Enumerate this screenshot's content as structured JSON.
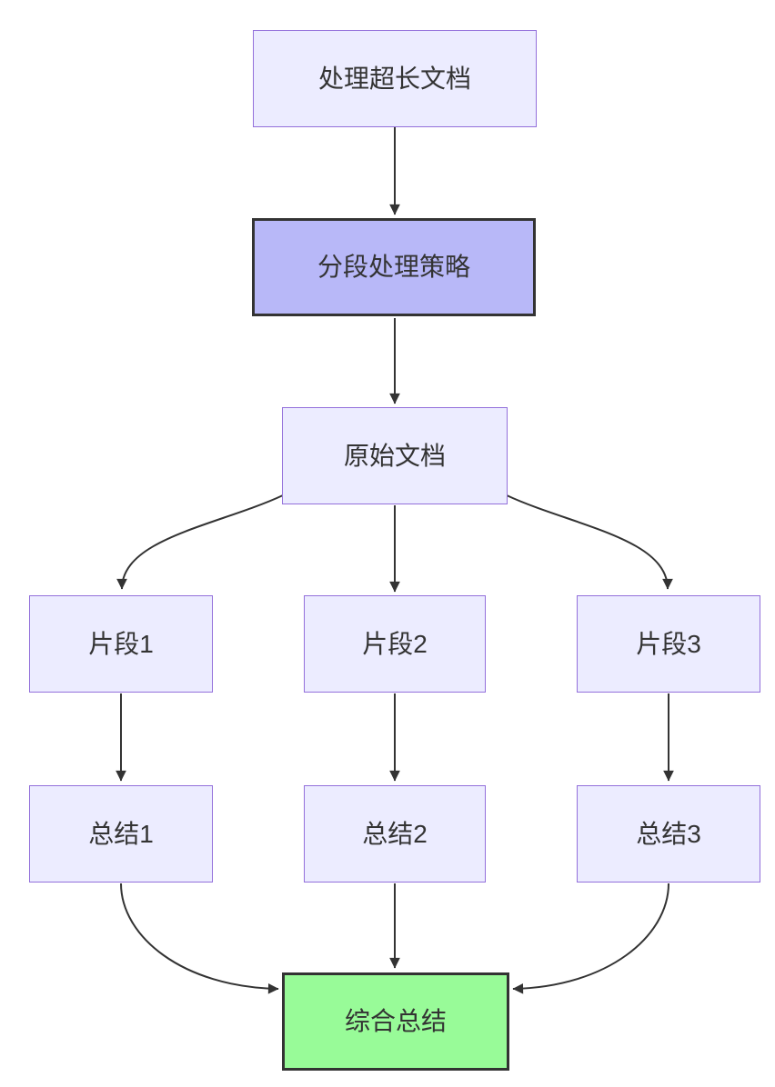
{
  "diagram": {
    "type": "flowchart",
    "direction": "top-down",
    "nodes": [
      {
        "id": "A",
        "label": "处理超长文档",
        "style": "default"
      },
      {
        "id": "B",
        "label": "分段处理策略",
        "style": "purple-emphasis"
      },
      {
        "id": "C",
        "label": "原始文档",
        "style": "default"
      },
      {
        "id": "D1",
        "label": "片段1",
        "style": "default"
      },
      {
        "id": "D2",
        "label": "片段2",
        "style": "default"
      },
      {
        "id": "D3",
        "label": "片段3",
        "style": "default"
      },
      {
        "id": "E1",
        "label": "总结1",
        "style": "default"
      },
      {
        "id": "E2",
        "label": "总结2",
        "style": "default"
      },
      {
        "id": "E3",
        "label": "总结3",
        "style": "default"
      },
      {
        "id": "F",
        "label": "综合总结",
        "style": "green-emphasis"
      }
    ],
    "edges": [
      {
        "from": "A",
        "to": "B",
        "arrow": "filled-triangle"
      },
      {
        "from": "B",
        "to": "C",
        "arrow": "filled-triangle"
      },
      {
        "from": "C",
        "to": "D1",
        "arrow": "filled-triangle"
      },
      {
        "from": "C",
        "to": "D2",
        "arrow": "filled-triangle"
      },
      {
        "from": "C",
        "to": "D3",
        "arrow": "filled-triangle"
      },
      {
        "from": "D1",
        "to": "E1",
        "arrow": "filled-triangle"
      },
      {
        "from": "D2",
        "to": "E2",
        "arrow": "filled-triangle"
      },
      {
        "from": "D3",
        "to": "E3",
        "arrow": "filled-triangle"
      },
      {
        "from": "E1",
        "to": "F",
        "arrow": "filled-triangle"
      },
      {
        "from": "E2",
        "to": "F",
        "arrow": "filled-triangle"
      },
      {
        "from": "E3",
        "to": "F",
        "arrow": "filled-triangle"
      }
    ]
  },
  "colors": {
    "background": "#FFFFFF",
    "node-fill": "#ECECFF",
    "node-border": "#9370DB",
    "strategy-fill": "#B8B8F8",
    "emphasis-border": "#333333",
    "result-fill": "#98FB98",
    "edge-color": "#333333",
    "text-color": "#333333"
  }
}
